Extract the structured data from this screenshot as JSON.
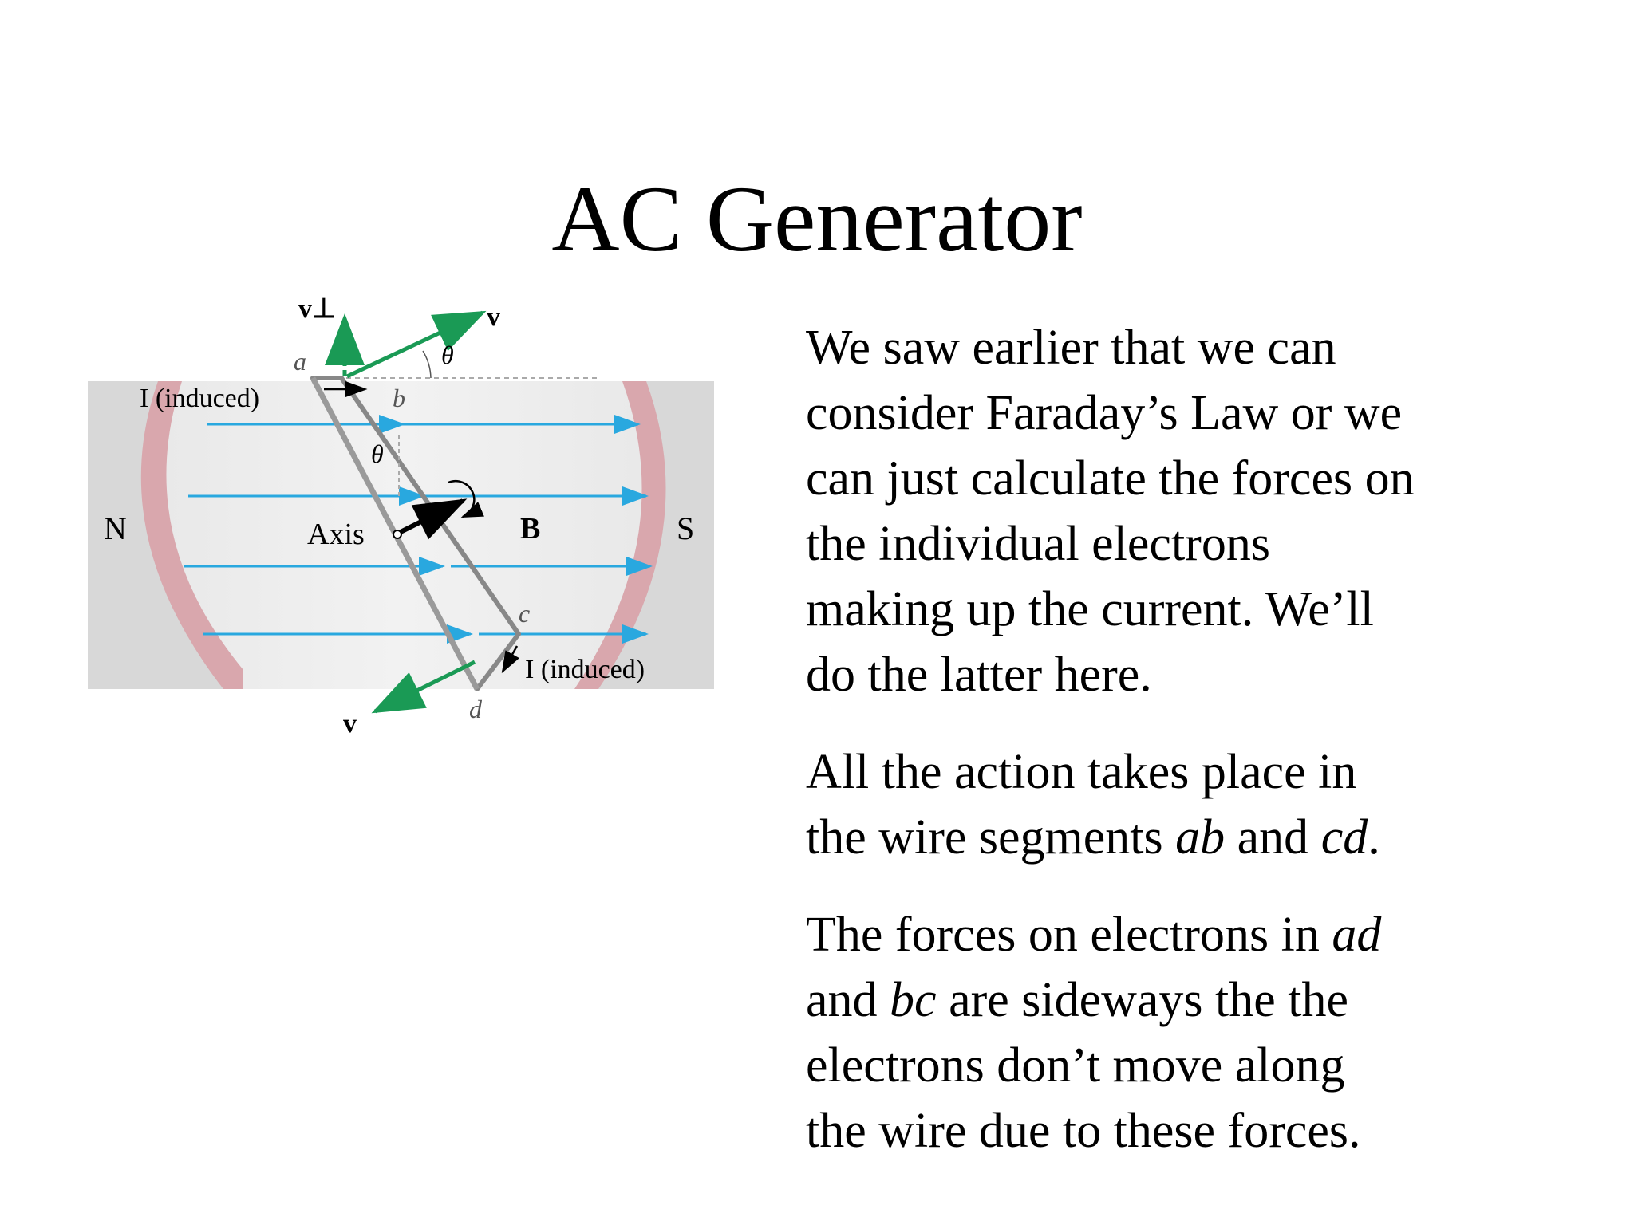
{
  "slide": {
    "title": "AC Generator"
  },
  "diagram": {
    "labels": {
      "v_perp": "v⊥",
      "v_top": "v",
      "v_bottom": "v",
      "theta_top": "θ",
      "theta_mid": "θ",
      "a": "a",
      "b": "b",
      "c": "c",
      "d": "d",
      "i_induced_top": "I (induced)",
      "i_induced_bottom": "I (induced)",
      "axis": "Axis",
      "field": "B",
      "north": "N",
      "south": "S"
    },
    "colors": {
      "field_lines": "#29a8df",
      "velocity_arrows": "#1a9a55",
      "v_perp_arrow": "#1a9a55",
      "magnet": "#d9a7ad",
      "magnet_gap": "#e8e8e8",
      "loop": "#888888"
    }
  },
  "text": {
    "p1_lines": [
      "We saw earlier that we can",
      "consider Faraday’s Law or we",
      "can just calculate the forces on",
      "the individual electrons",
      "making up the current. We’ll",
      "do the latter here."
    ],
    "p2_line1": "All the action takes place in",
    "p2_line2_a": "the wire segments ",
    "p2_line2_ab": "ab",
    "p2_line2_and": " and ",
    "p2_line2_cd": "cd",
    "p2_line2_end": ".",
    "p3_line1_a": "The forces on electrons in ",
    "p3_line1_ad": "ad",
    "p3_line2_a": "and ",
    "p3_line2_bc": "bc",
    "p3_line2_b": " are sideways the the",
    "p3_line3": "electrons don’t move along",
    "p3_line4": "the wire due to these forces."
  }
}
